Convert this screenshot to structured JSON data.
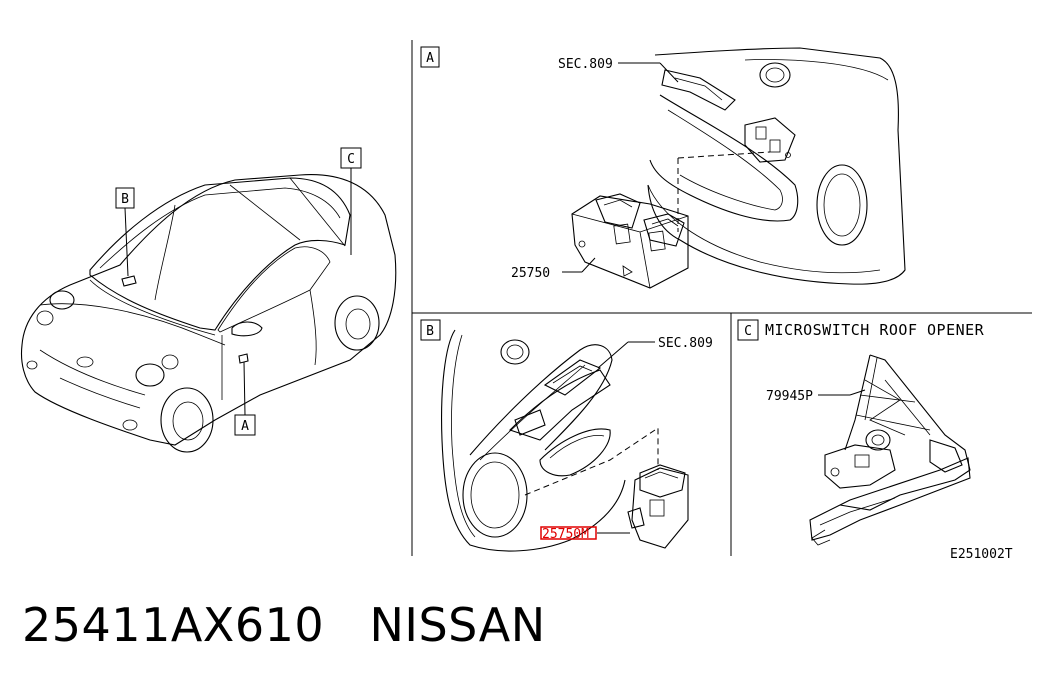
{
  "sections": {
    "A": {
      "tag": "A",
      "sec_ref": "SEC.809",
      "part": "25750"
    },
    "B": {
      "tag": "B",
      "sec_ref": "SEC.809",
      "part": "25750M"
    },
    "C": {
      "tag": "C",
      "title": "MICROSWITCH ROOF OPENER",
      "part": "79945P"
    }
  },
  "car_callouts": {
    "a": "A",
    "b": "B",
    "c": "C"
  },
  "figure_code": "E251002T",
  "caption": {
    "part_number": "25411AX610",
    "brand": "NISSAN"
  },
  "colors": {
    "highlight": "#e00000"
  }
}
